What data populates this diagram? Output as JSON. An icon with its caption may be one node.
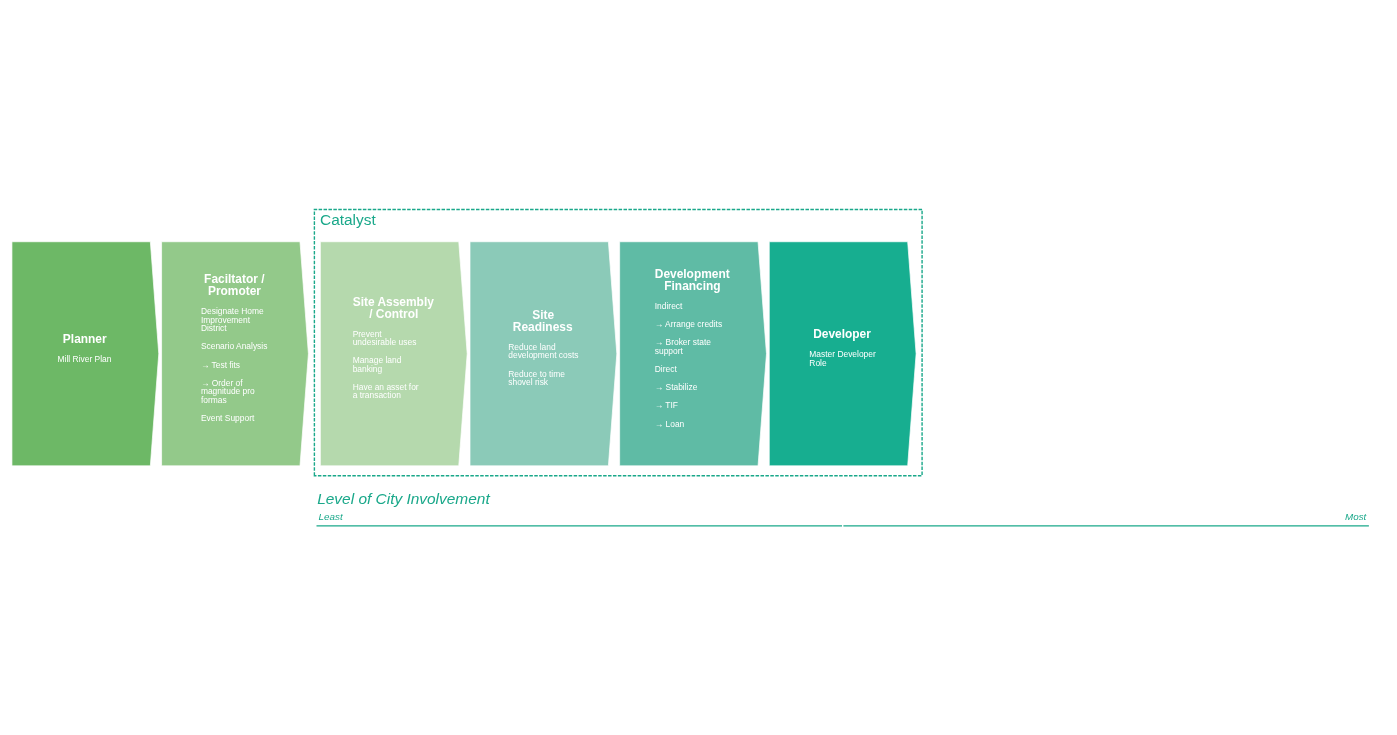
{
  "diagram": {
    "nodes": [
      {
        "text": [
          "Planner",
          "Mill River Plan"
        ]
      },
      {
        "text": [
          "Faciltator / Promoter",
          "Designate Home Improvement District",
          "Scenario Analysis",
          "→ Test fits",
          "→ Order of magnitude pro formas",
          "Event Support"
        ]
      },
      {
        "text": [
          "Catalyst"
        ]
      },
      {
        "text": [
          "Site Assembly / Control",
          "Prevent undesirable uses",
          "Manage land banking",
          "Have an asset for a transaction"
        ],
        "in": 2
      },
      {
        "text": [
          "Site Readiness",
          "Reduce land development costs",
          "Reduce to time shovel risk"
        ],
        "in": 2
      },
      {
        "text": [
          "Development Financing",
          "Indirect",
          "→ Arrange credits",
          "→ Broker state support",
          "Direct",
          "→ Stabilize",
          "→ TIF",
          "→ Loan"
        ],
        "in": 2
      },
      {
        "text": [
          "Developer",
          "Master Developer Role"
        ],
        "in": 2
      }
    ],
    "edges": [],
    "labels": [
      "Level of City Involvement",
      "Least",
      "Most"
    ]
  }
}
